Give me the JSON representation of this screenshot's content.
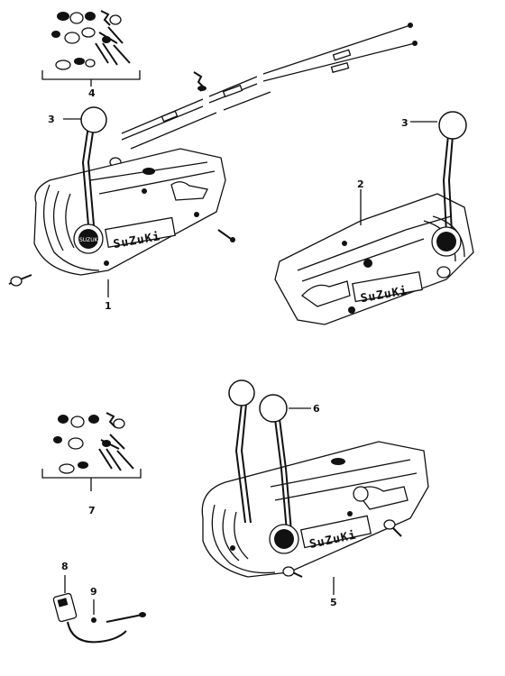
{
  "callouts": {
    "c1": "1",
    "c2": "2",
    "c3a": "3",
    "c3b": "3",
    "c4": "4",
    "c5": "5",
    "c6": "6",
    "c7": "7",
    "c8": "8",
    "c9": "9"
  },
  "branding": {
    "text1": "SuZuKi",
    "text2": "SuZuKi",
    "text3": "SuZuKi"
  }
}
